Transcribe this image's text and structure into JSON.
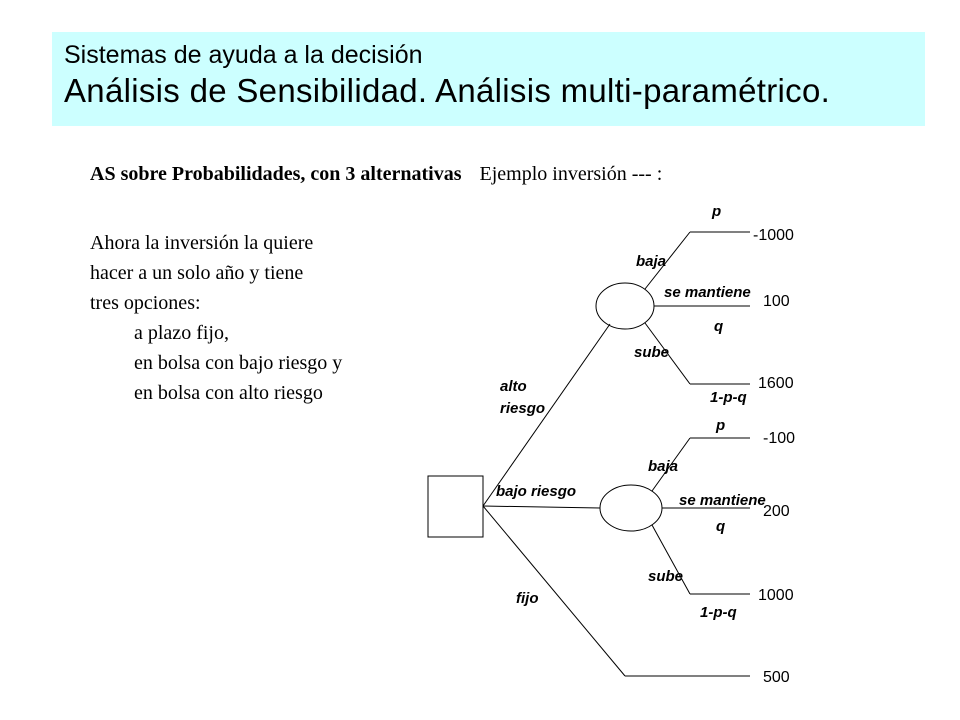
{
  "header": {
    "subtitle": "Sistemas de ayuda a la decisión",
    "title": "Análisis de Sensibilidad. Análisis multi-paramétrico."
  },
  "intro": {
    "heading": "AS sobre Probabilidades, con 3 alternativas",
    "example": "Ejemplo inversión  --- :"
  },
  "body": {
    "lines": [
      "Ahora la inversión la quiere",
      "hacer a un solo año y tiene",
      "tres opciones:"
    ],
    "options": [
      "a plazo fijo,",
      "en bolsa con bajo riesgo y",
      "en bolsa con alto riesgo"
    ]
  },
  "tree": {
    "alternatives": {
      "alto_line1": "alto",
      "alto_line2": "riesgo",
      "bajo": "bajo riesgo",
      "fijo": "fijo"
    },
    "alto_branches": [
      {
        "label": "baja",
        "prob": "p",
        "value": "-1000"
      },
      {
        "label": "se mantiene",
        "prob": "q",
        "value": "100"
      },
      {
        "label": "sube",
        "prob": "1-p-q",
        "value": "1600"
      }
    ],
    "bajo_branches": [
      {
        "label": "baja",
        "prob": "p",
        "value": "-100"
      },
      {
        "label": "se mantiene",
        "prob": "q",
        "value": "200"
      },
      {
        "label": "sube",
        "prob": "1-p-q",
        "value": "1000"
      }
    ],
    "fijo_value": "500"
  }
}
